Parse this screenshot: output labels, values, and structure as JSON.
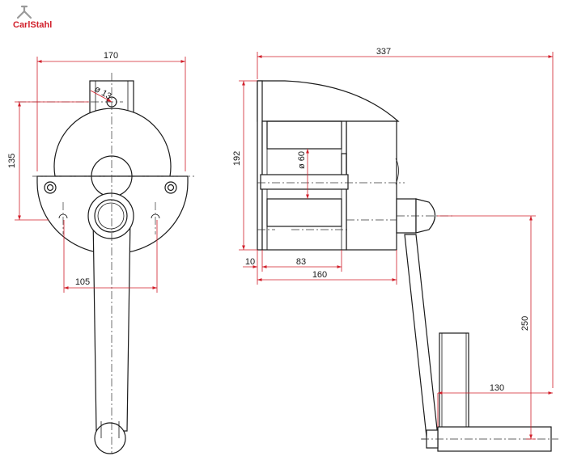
{
  "brand": {
    "name": "CarlStahl",
    "color": "#d11f2a"
  },
  "colors": {
    "dimension": "#d11f2a",
    "outline": "#1a1a1a"
  },
  "dimensions": {
    "front_width": "170",
    "bolt_diameter": "ø 13",
    "front_height": "135",
    "crank_offset": "105",
    "overall_width": "337",
    "side_height": "192",
    "drum_diameter": "ø 60",
    "flange_thickness": "10",
    "drum_length": "83",
    "body_length": "160",
    "handle_reach": "250",
    "handle_length": "130"
  }
}
